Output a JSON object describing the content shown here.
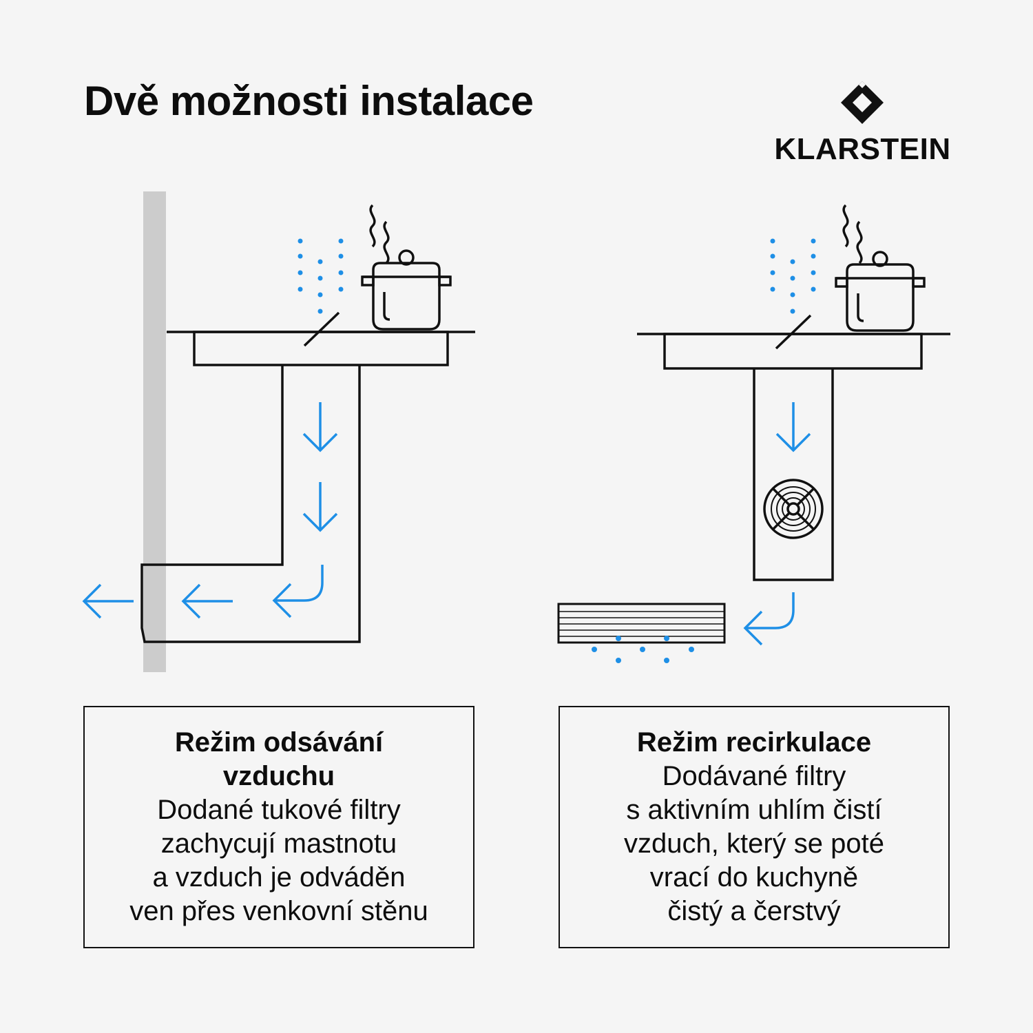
{
  "header": {
    "title": "Dvě možnosti instalace"
  },
  "brand": {
    "name": "KLARSTEIN",
    "logo_icon": "klarstein-diamond-logo-icon"
  },
  "colors": {
    "accent_blue": "#1e8fe6",
    "line": "#111111",
    "wall": "#cccccc",
    "background": "#f5f5f5"
  },
  "diagrams": {
    "left": {
      "icons": [
        "wall-icon",
        "worktop-icon",
        "pot-icon",
        "steam-icon",
        "duct-icon",
        "down-arrow-icon",
        "curved-arrow-icon",
        "left-arrow-icon"
      ]
    },
    "right": {
      "icons": [
        "worktop-icon",
        "pot-icon",
        "steam-icon",
        "duct-icon",
        "down-arrow-icon",
        "fan-icon",
        "carbon-filter-icon",
        "curved-arrow-icon"
      ]
    }
  },
  "modes": [
    {
      "title": "Režim odsávání\nvzduchu",
      "description": "Dodané tukové filtry\nzachycují mastnotu\na vzduch je odváděn\nven přes venkovní stěnu"
    },
    {
      "title": "Režim recirkulace",
      "description": "Dodávané filtry\ns aktivním uhlím čistí\nvzduch, který se poté\nvrací do kuchyně\nčistý a čerstvý"
    }
  ]
}
